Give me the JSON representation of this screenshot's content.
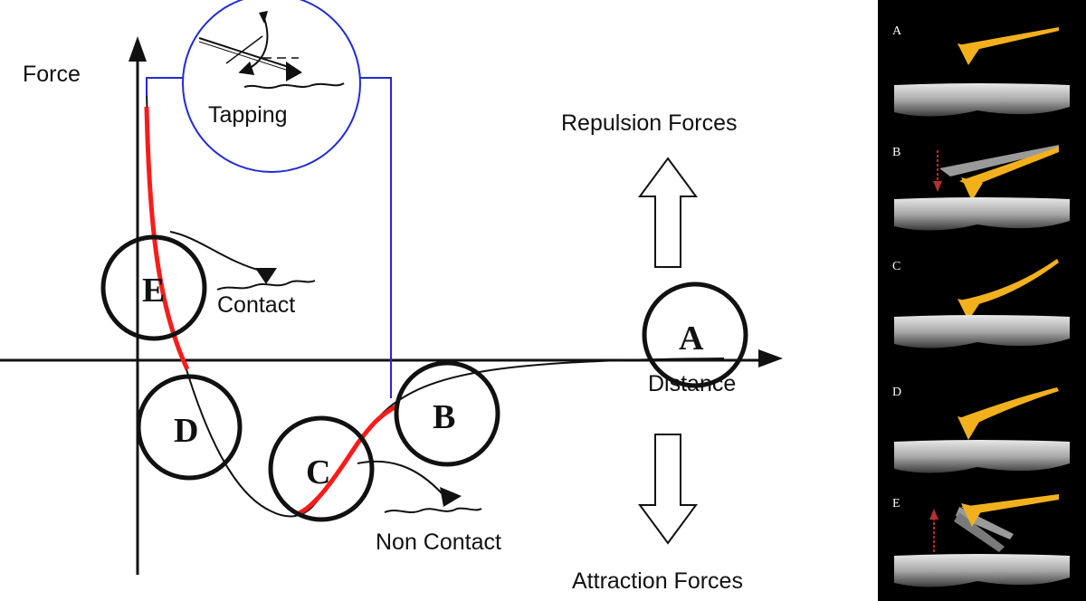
{
  "axes": {
    "y_label": "Force",
    "x_label": "Distance"
  },
  "regions": [
    {
      "id": "A",
      "label": "A"
    },
    {
      "id": "B",
      "label": "B"
    },
    {
      "id": "C",
      "label": "C"
    },
    {
      "id": "D",
      "label": "D"
    },
    {
      "id": "E",
      "label": "E"
    }
  ],
  "modes": {
    "tapping": "Tapping",
    "contact": "Contact",
    "non_contact": "Non Contact"
  },
  "forces": {
    "repulsion": "Repulsion Forces",
    "attraction": "Attraction Forces"
  },
  "panel": {
    "letters": [
      "A",
      "B",
      "C",
      "D",
      "E"
    ]
  },
  "colors": {
    "curve": "#111111",
    "highlight": "#ff1a1a",
    "tapping_circle": "#1f2bd4",
    "cantilever": "#f2b11c",
    "panel_bg": "#000000"
  }
}
